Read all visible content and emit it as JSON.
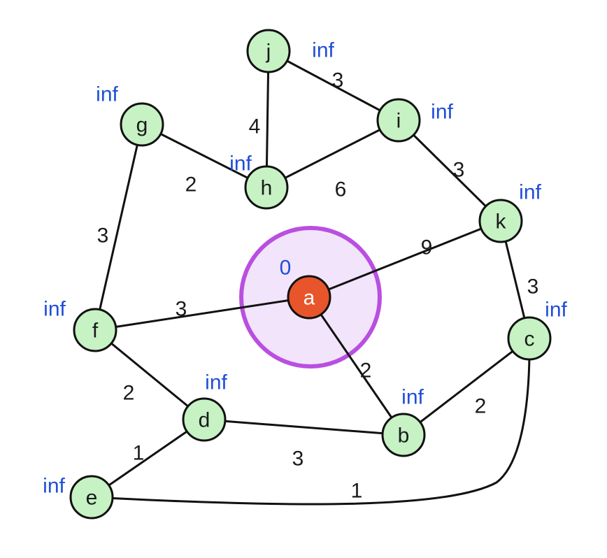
{
  "colors": {
    "node_fill": "#c6f2c4",
    "node_stroke": "#111111",
    "start_fill": "#e8552a",
    "edge": "#111111",
    "distance_text": "#1f4fd6",
    "highlight_ring": "#b94fe0",
    "highlight_fill": "#f2e4fb"
  },
  "start_node": "a",
  "nodes": [
    {
      "id": "a",
      "label": "a",
      "distance": "0"
    },
    {
      "id": "b",
      "label": "b",
      "distance": "inf"
    },
    {
      "id": "c",
      "label": "c",
      "distance": "inf"
    },
    {
      "id": "d",
      "label": "d",
      "distance": "inf"
    },
    {
      "id": "e",
      "label": "e",
      "distance": "inf"
    },
    {
      "id": "f",
      "label": "f",
      "distance": "inf"
    },
    {
      "id": "g",
      "label": "g",
      "distance": "inf"
    },
    {
      "id": "h",
      "label": "h",
      "distance": "inf"
    },
    {
      "id": "i",
      "label": "i",
      "distance": "inf"
    },
    {
      "id": "j",
      "label": "j",
      "distance": "inf"
    },
    {
      "id": "k",
      "label": "k",
      "distance": "inf"
    }
  ],
  "edges": [
    {
      "from": "j",
      "to": "i",
      "weight": "3"
    },
    {
      "from": "j",
      "to": "h",
      "weight": "4"
    },
    {
      "from": "g",
      "to": "h",
      "weight": "2"
    },
    {
      "from": "h",
      "to": "i",
      "weight": "6"
    },
    {
      "from": "i",
      "to": "k",
      "weight": "3"
    },
    {
      "from": "g",
      "to": "f",
      "weight": "3"
    },
    {
      "from": "a",
      "to": "k",
      "weight": "9"
    },
    {
      "from": "a",
      "to": "f",
      "weight": "3"
    },
    {
      "from": "a",
      "to": "b",
      "weight": "2"
    },
    {
      "from": "k",
      "to": "c",
      "weight": "3"
    },
    {
      "from": "f",
      "to": "d",
      "weight": "2"
    },
    {
      "from": "d",
      "to": "b",
      "weight": "3"
    },
    {
      "from": "b",
      "to": "c",
      "weight": "2"
    },
    {
      "from": "d",
      "to": "e",
      "weight": "1"
    },
    {
      "from": "e",
      "to": "c",
      "weight": "1"
    }
  ]
}
